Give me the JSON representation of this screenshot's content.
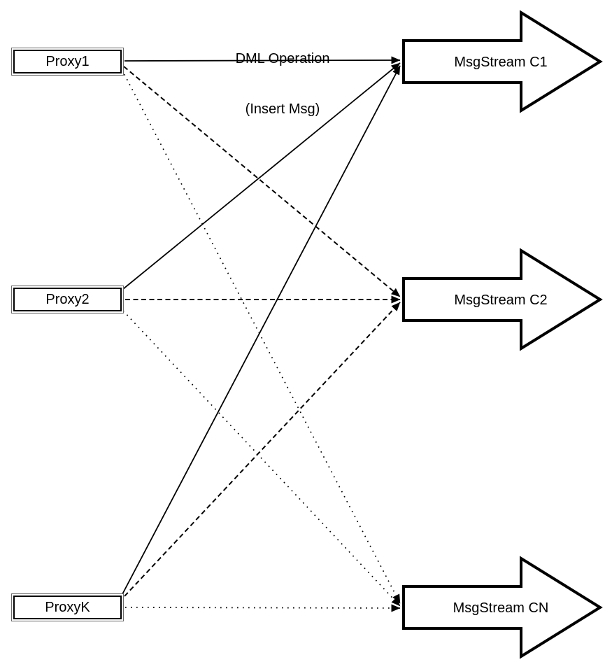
{
  "diagram": {
    "title": {
      "line1": "DML Operation",
      "line2": "(Insert Msg)"
    },
    "proxies": [
      {
        "id": "proxy1",
        "label": "Proxy1"
      },
      {
        "id": "proxy2",
        "label": "Proxy2"
      },
      {
        "id": "proxyk",
        "label": "ProxyK"
      }
    ],
    "streams": [
      {
        "id": "c1",
        "label": "MsgStream C1"
      },
      {
        "id": "c2",
        "label": "MsgStream C2"
      },
      {
        "id": "cn",
        "label": "MsgStream CN"
      }
    ],
    "edges": [
      {
        "from": "proxy1",
        "to": "c1",
        "style": "solid"
      },
      {
        "from": "proxy1",
        "to": "c2",
        "style": "dashed"
      },
      {
        "from": "proxy1",
        "to": "cn",
        "style": "dotted"
      },
      {
        "from": "proxy2",
        "to": "c1",
        "style": "solid"
      },
      {
        "from": "proxy2",
        "to": "c2",
        "style": "dashed"
      },
      {
        "from": "proxy2",
        "to": "cn",
        "style": "dotted"
      },
      {
        "from": "proxyk",
        "to": "c1",
        "style": "solid"
      },
      {
        "from": "proxyk",
        "to": "c2",
        "style": "dashed"
      },
      {
        "from": "proxyk",
        "to": "cn",
        "style": "dotted"
      }
    ],
    "colors": {
      "stroke": "#000000",
      "background": "#ffffff",
      "shape_fill": "#ffffff"
    }
  }
}
